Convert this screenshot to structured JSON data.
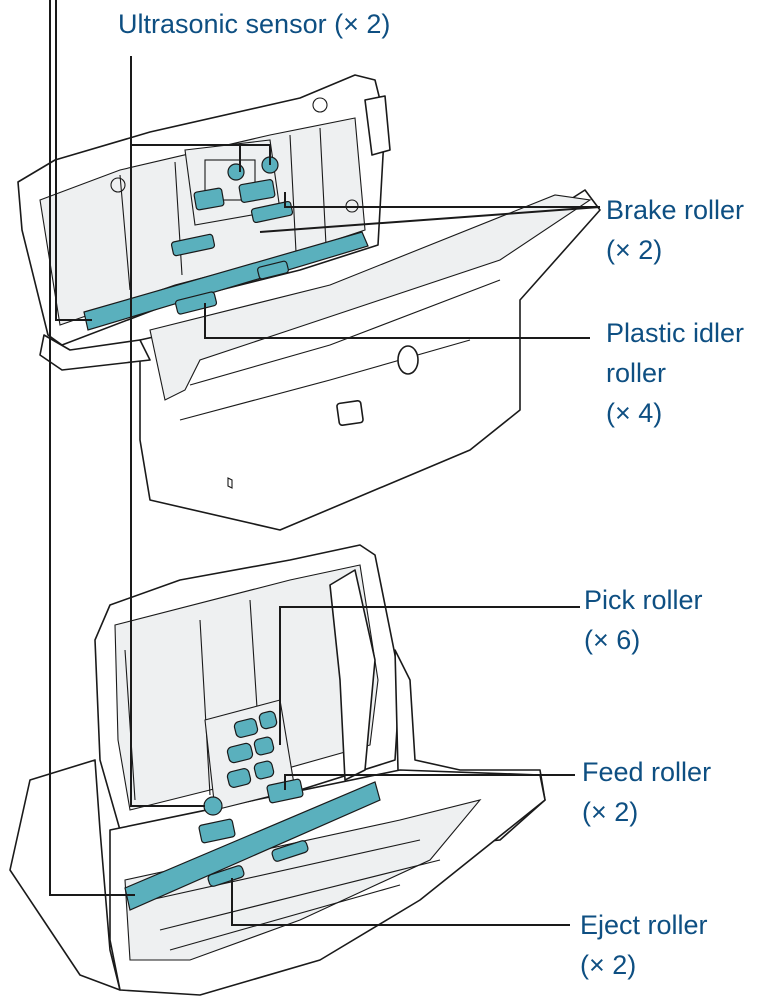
{
  "labels": {
    "ultrasonic": "Ultrasonic sensor (× 2)",
    "brake": [
      "Brake roller",
      "(× 2)"
    ],
    "idler": [
      "Plastic idler",
      "roller",
      "(× 4)"
    ],
    "pick": [
      "Pick roller",
      "(× 6)"
    ],
    "feed": [
      "Feed roller",
      "(× 2)"
    ],
    "eject": [
      "Eject roller",
      "(× 2)"
    ]
  },
  "colors": {
    "label_text": "#0e4f82",
    "glass_highlight": "#5ab0bd",
    "line": "#1a1a1a"
  }
}
